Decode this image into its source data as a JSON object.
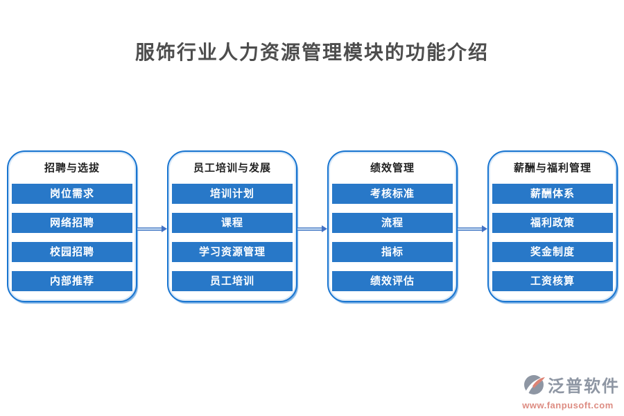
{
  "title": "服饰行业人力资源管理模块的功能介绍",
  "columns": [
    {
      "header": "招聘与选拔",
      "items": [
        "岗位需求",
        "网络招聘",
        "校园招聘",
        "内部推荐"
      ]
    },
    {
      "header": "员工培训与发展",
      "items": [
        "培训计划",
        "课程",
        "学习资源管理",
        "员工培训"
      ]
    },
    {
      "header": "绩效管理",
      "items": [
        "考核标准",
        "流程",
        "指标",
        "绩效评估"
      ]
    },
    {
      "header": "薪酬与福利管理",
      "items": [
        "薪酬体系",
        "福利政策",
        "奖金制度",
        "工资核算"
      ]
    }
  ],
  "arrows": {
    "count": 3,
    "direction": "right"
  },
  "logo": {
    "name": "泛普软件",
    "website": "www.fanpusoft.com",
    "icon": "fanpu-logo-icon"
  },
  "colors": {
    "node_blue": "#2878c8",
    "panel_border_blue": "#1774d0",
    "arrow_blue": "#4472c4",
    "title_gray": "#4d4d4d",
    "logo_gray": "#8e96a3",
    "logo_accent": "#dd8c82",
    "background": "#ffffff"
  }
}
